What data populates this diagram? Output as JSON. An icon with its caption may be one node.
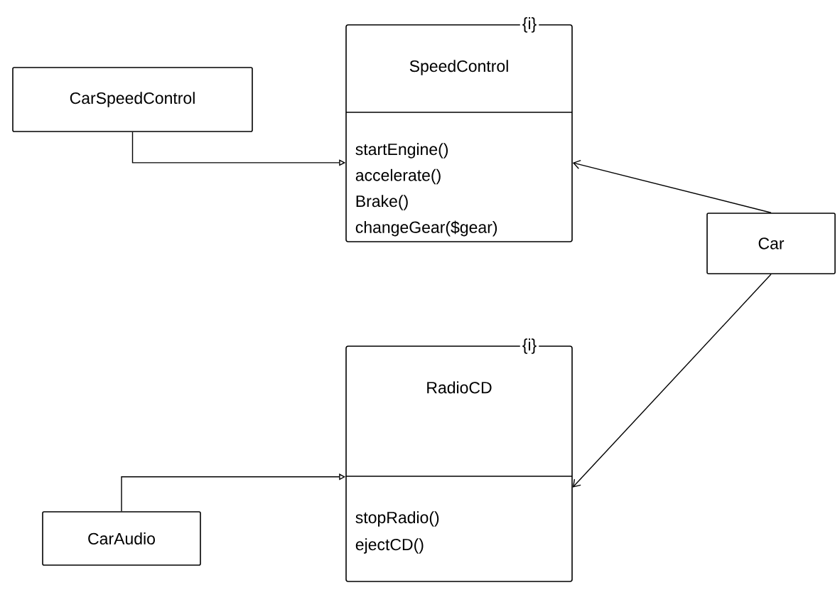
{
  "diagram": {
    "nodes": [
      {
        "text": [
          "{i}",
          "SpeedControl",
          "startEngine()",
          "accelerate()",
          "Brake()",
          "changeGear($gear)"
        ]
      },
      {
        "text": [
          "CarSpeedControl"
        ]
      },
      {
        "text": [
          "Car"
        ]
      },
      {
        "text": [
          "{i}",
          "RadioCD",
          "stopRadio()",
          "ejectCD()"
        ]
      },
      {
        "text": [
          "CarAudio"
        ]
      }
    ],
    "edges": [
      {
        "from": 1,
        "to": 0,
        "arrow": "to"
      },
      {
        "from": 2,
        "to": 0,
        "arrow": "to"
      },
      {
        "from": 2,
        "to": 3,
        "arrow": "to"
      },
      {
        "from": 4,
        "to": 3,
        "arrow": "to"
      }
    ]
  }
}
